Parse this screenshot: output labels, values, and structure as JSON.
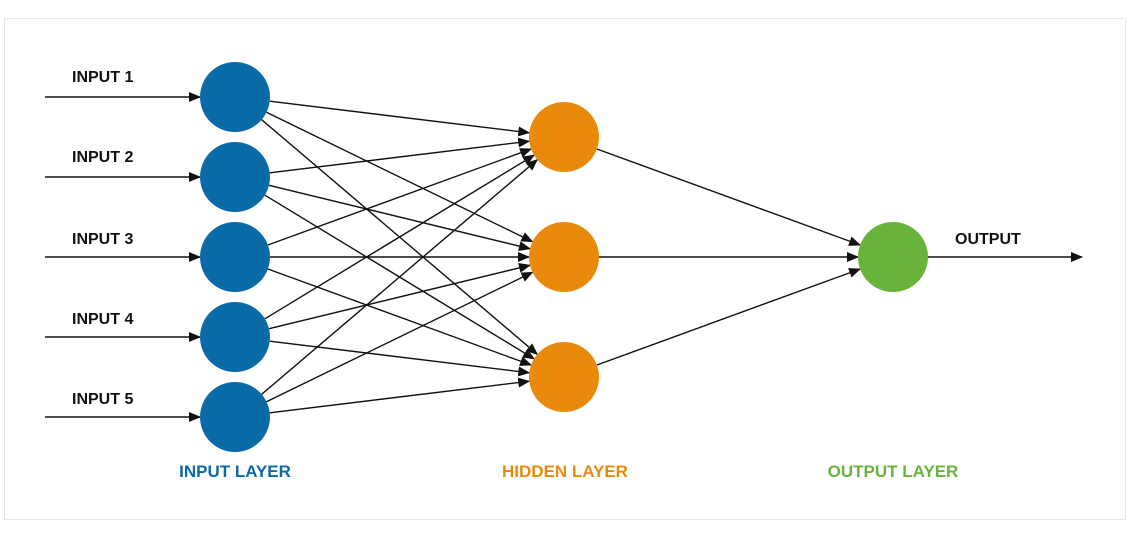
{
  "colors": {
    "input": "#0a6aa8",
    "hidden": "#ea8a0c",
    "output": "#68b43a",
    "line": "#111111"
  },
  "input_labels": [
    "INPUT 1",
    "INPUT 2",
    "INPUT 3",
    "INPUT 4",
    "INPUT 5"
  ],
  "output_label": "OUTPUT",
  "layers": {
    "input": "INPUT LAYER",
    "hidden": "HIDDEN LAYER",
    "output": "OUTPUT LAYER"
  }
}
